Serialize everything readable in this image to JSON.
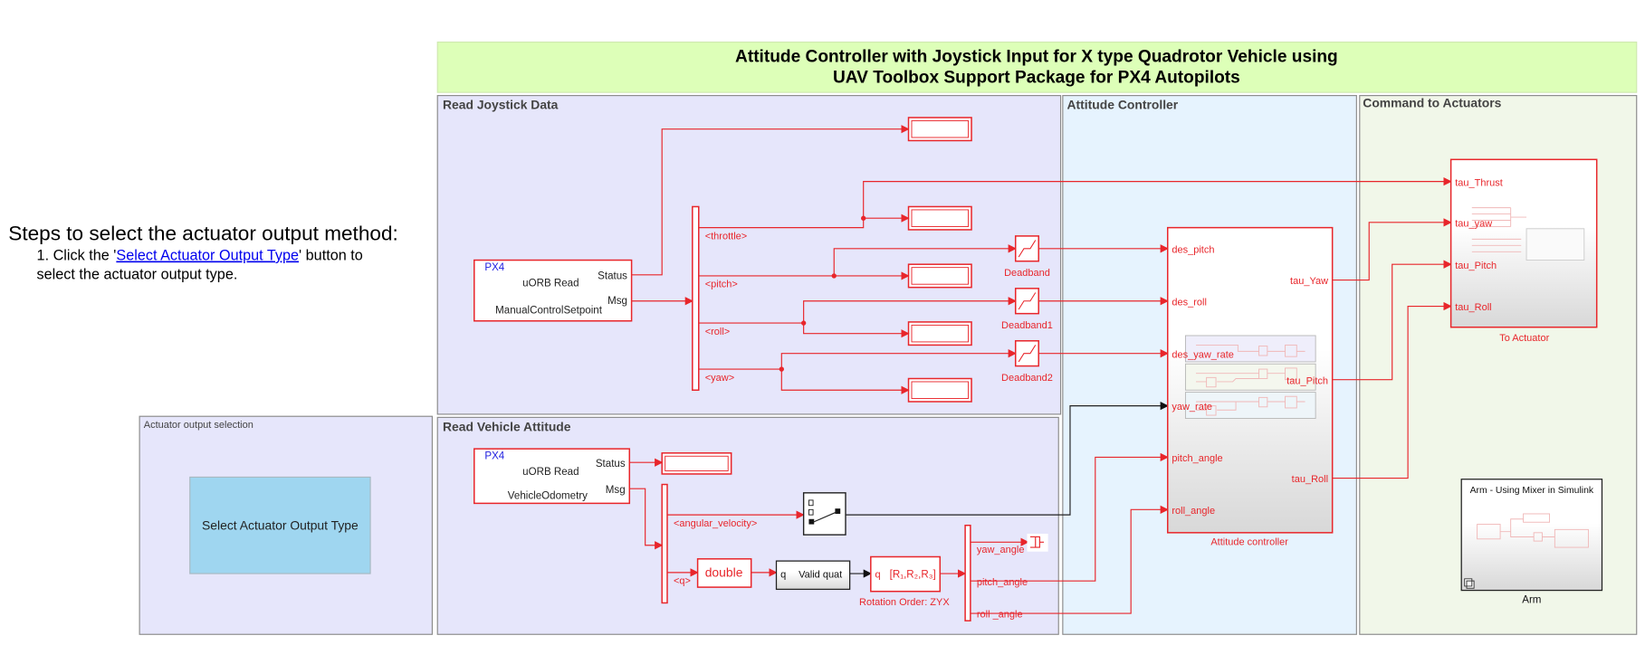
{
  "title": {
    "line1": "Attitude Controller with Joystick Input for X type Quadrotor Vehicle using",
    "line2": "UAV Toolbox Support Package for PX4 Autopilots"
  },
  "instructions": {
    "heading": "Steps to select the actuator output method:",
    "step_prefix": "1. Click the '",
    "step_link": "Select Actuator Output Type",
    "step_suffix": "' button to",
    "step_line2": "select the actuator output type."
  },
  "areas": {
    "joystick": "Read Joystick Data",
    "attitude": "Read Vehicle Attitude",
    "controller": "Attitude Controller",
    "actuators": "Command to Actuators",
    "selection": "Actuator output selection"
  },
  "selection_button": "Select Actuator Output Type",
  "joystick": {
    "uorb": {
      "brand": "PX4",
      "name": "uORB Read",
      "topic": "ManualControlSetpoint",
      "port_status": "Status",
      "port_msg": "Msg"
    },
    "signals": [
      "<throttle>",
      "<pitch>",
      "<roll>",
      "<yaw>"
    ],
    "deadbands": [
      "Deadband",
      "Deadband1",
      "Deadband2"
    ]
  },
  "attitude": {
    "uorb": {
      "brand": "PX4",
      "name": "uORB Read",
      "topic": "VehicleOdometry",
      "port_status": "Status",
      "port_msg": "Msg"
    },
    "signals": [
      "<angular_velocity>",
      "<q>"
    ],
    "double_block": "double",
    "valid_quat": {
      "port": "q",
      "label": "Valid quat"
    },
    "quat2eul": {
      "port": "q",
      "label": "[R₁,R₂,R₃]",
      "caption": "Rotation Order: ZYX"
    },
    "outputs": [
      "yaw_angle",
      "pitch_angle",
      "roll _angle"
    ]
  },
  "controller": {
    "name": "Attitude controller",
    "inputs": [
      "des_pitch",
      "des_roll",
      "des_yaw_rate",
      "yaw_rate",
      "pitch_angle",
      "roll_angle"
    ],
    "outputs": [
      "tau_Yaw",
      "tau_Pitch",
      "tau_Roll"
    ]
  },
  "to_actuator": {
    "name": "To Actuator",
    "inputs": [
      "tau_Thrust",
      "tau_yaw",
      "tau_Pitch",
      "tau_Roll"
    ]
  },
  "arm": {
    "title": "Arm - Using Mixer in Simulink",
    "name": "Arm"
  },
  "colors": {
    "banner": "#ddffb8",
    "joystick_area": "#e6e6fb",
    "controller_area": "#e6f3fe",
    "actuator_area": "#f1f7e9",
    "button": "#9fd6f0",
    "signal": "#e8262b"
  }
}
